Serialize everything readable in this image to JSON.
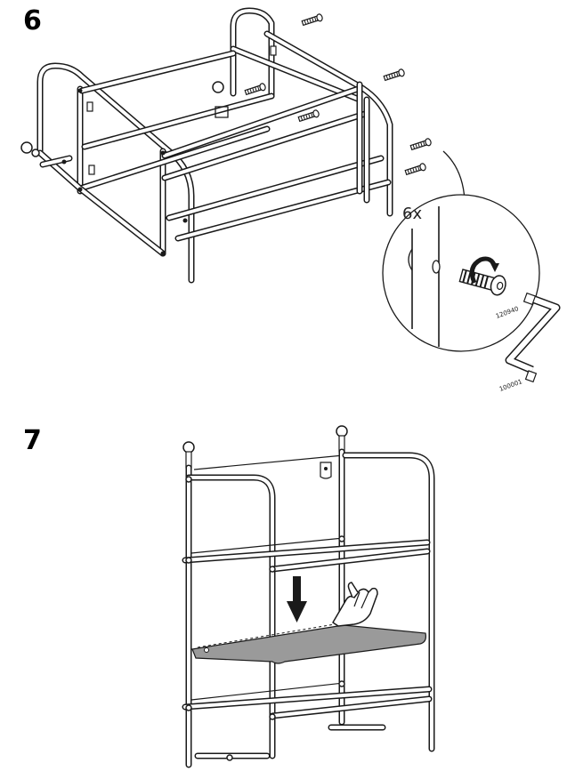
{
  "steps": [
    {
      "number": "6",
      "quantity": "6x",
      "part_codes": [
        "120940",
        "100001"
      ]
    },
    {
      "number": "7"
    }
  ],
  "icons": {
    "screw": "screw-icon",
    "allen_key": "allen-key-icon",
    "rotation": "rotation-arrow-icon",
    "down_arrow": "down-arrow-icon",
    "hand": "hand-pointer-icon"
  },
  "colors": {
    "line": "#1a1a1a",
    "shelf": "#9a9a9a",
    "background": "#ffffff"
  }
}
